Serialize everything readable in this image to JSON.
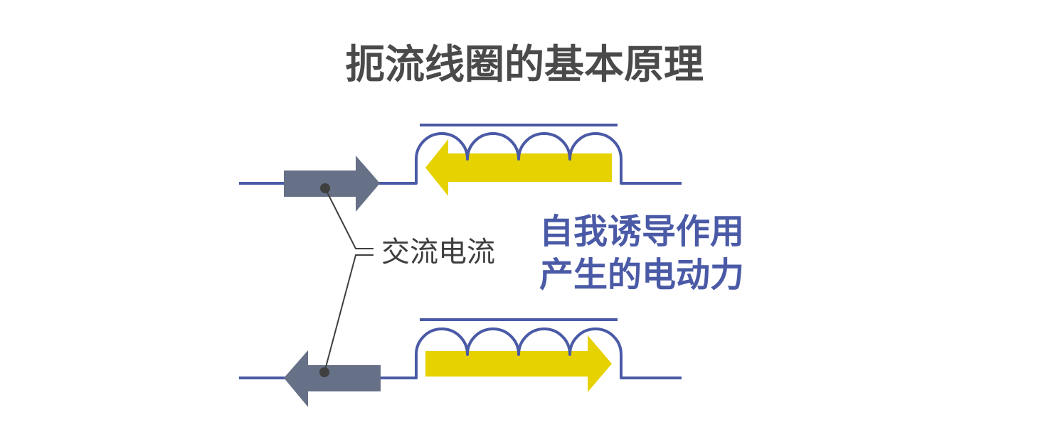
{
  "title": "扼流线圈的基本原理",
  "labels": {
    "ac_current": "交流电流",
    "emf_line1": "自我诱导作用",
    "emf_line2": "产生的电动力"
  },
  "colors": {
    "background": "#ffffff",
    "title": "#4a4a4a",
    "wire": "#4a5aa6",
    "current_arrow": "#667087",
    "emf_arrow": "#e6d200",
    "leader_line": "#3f3f3f",
    "emf_text": "#4a5aa6"
  }
}
